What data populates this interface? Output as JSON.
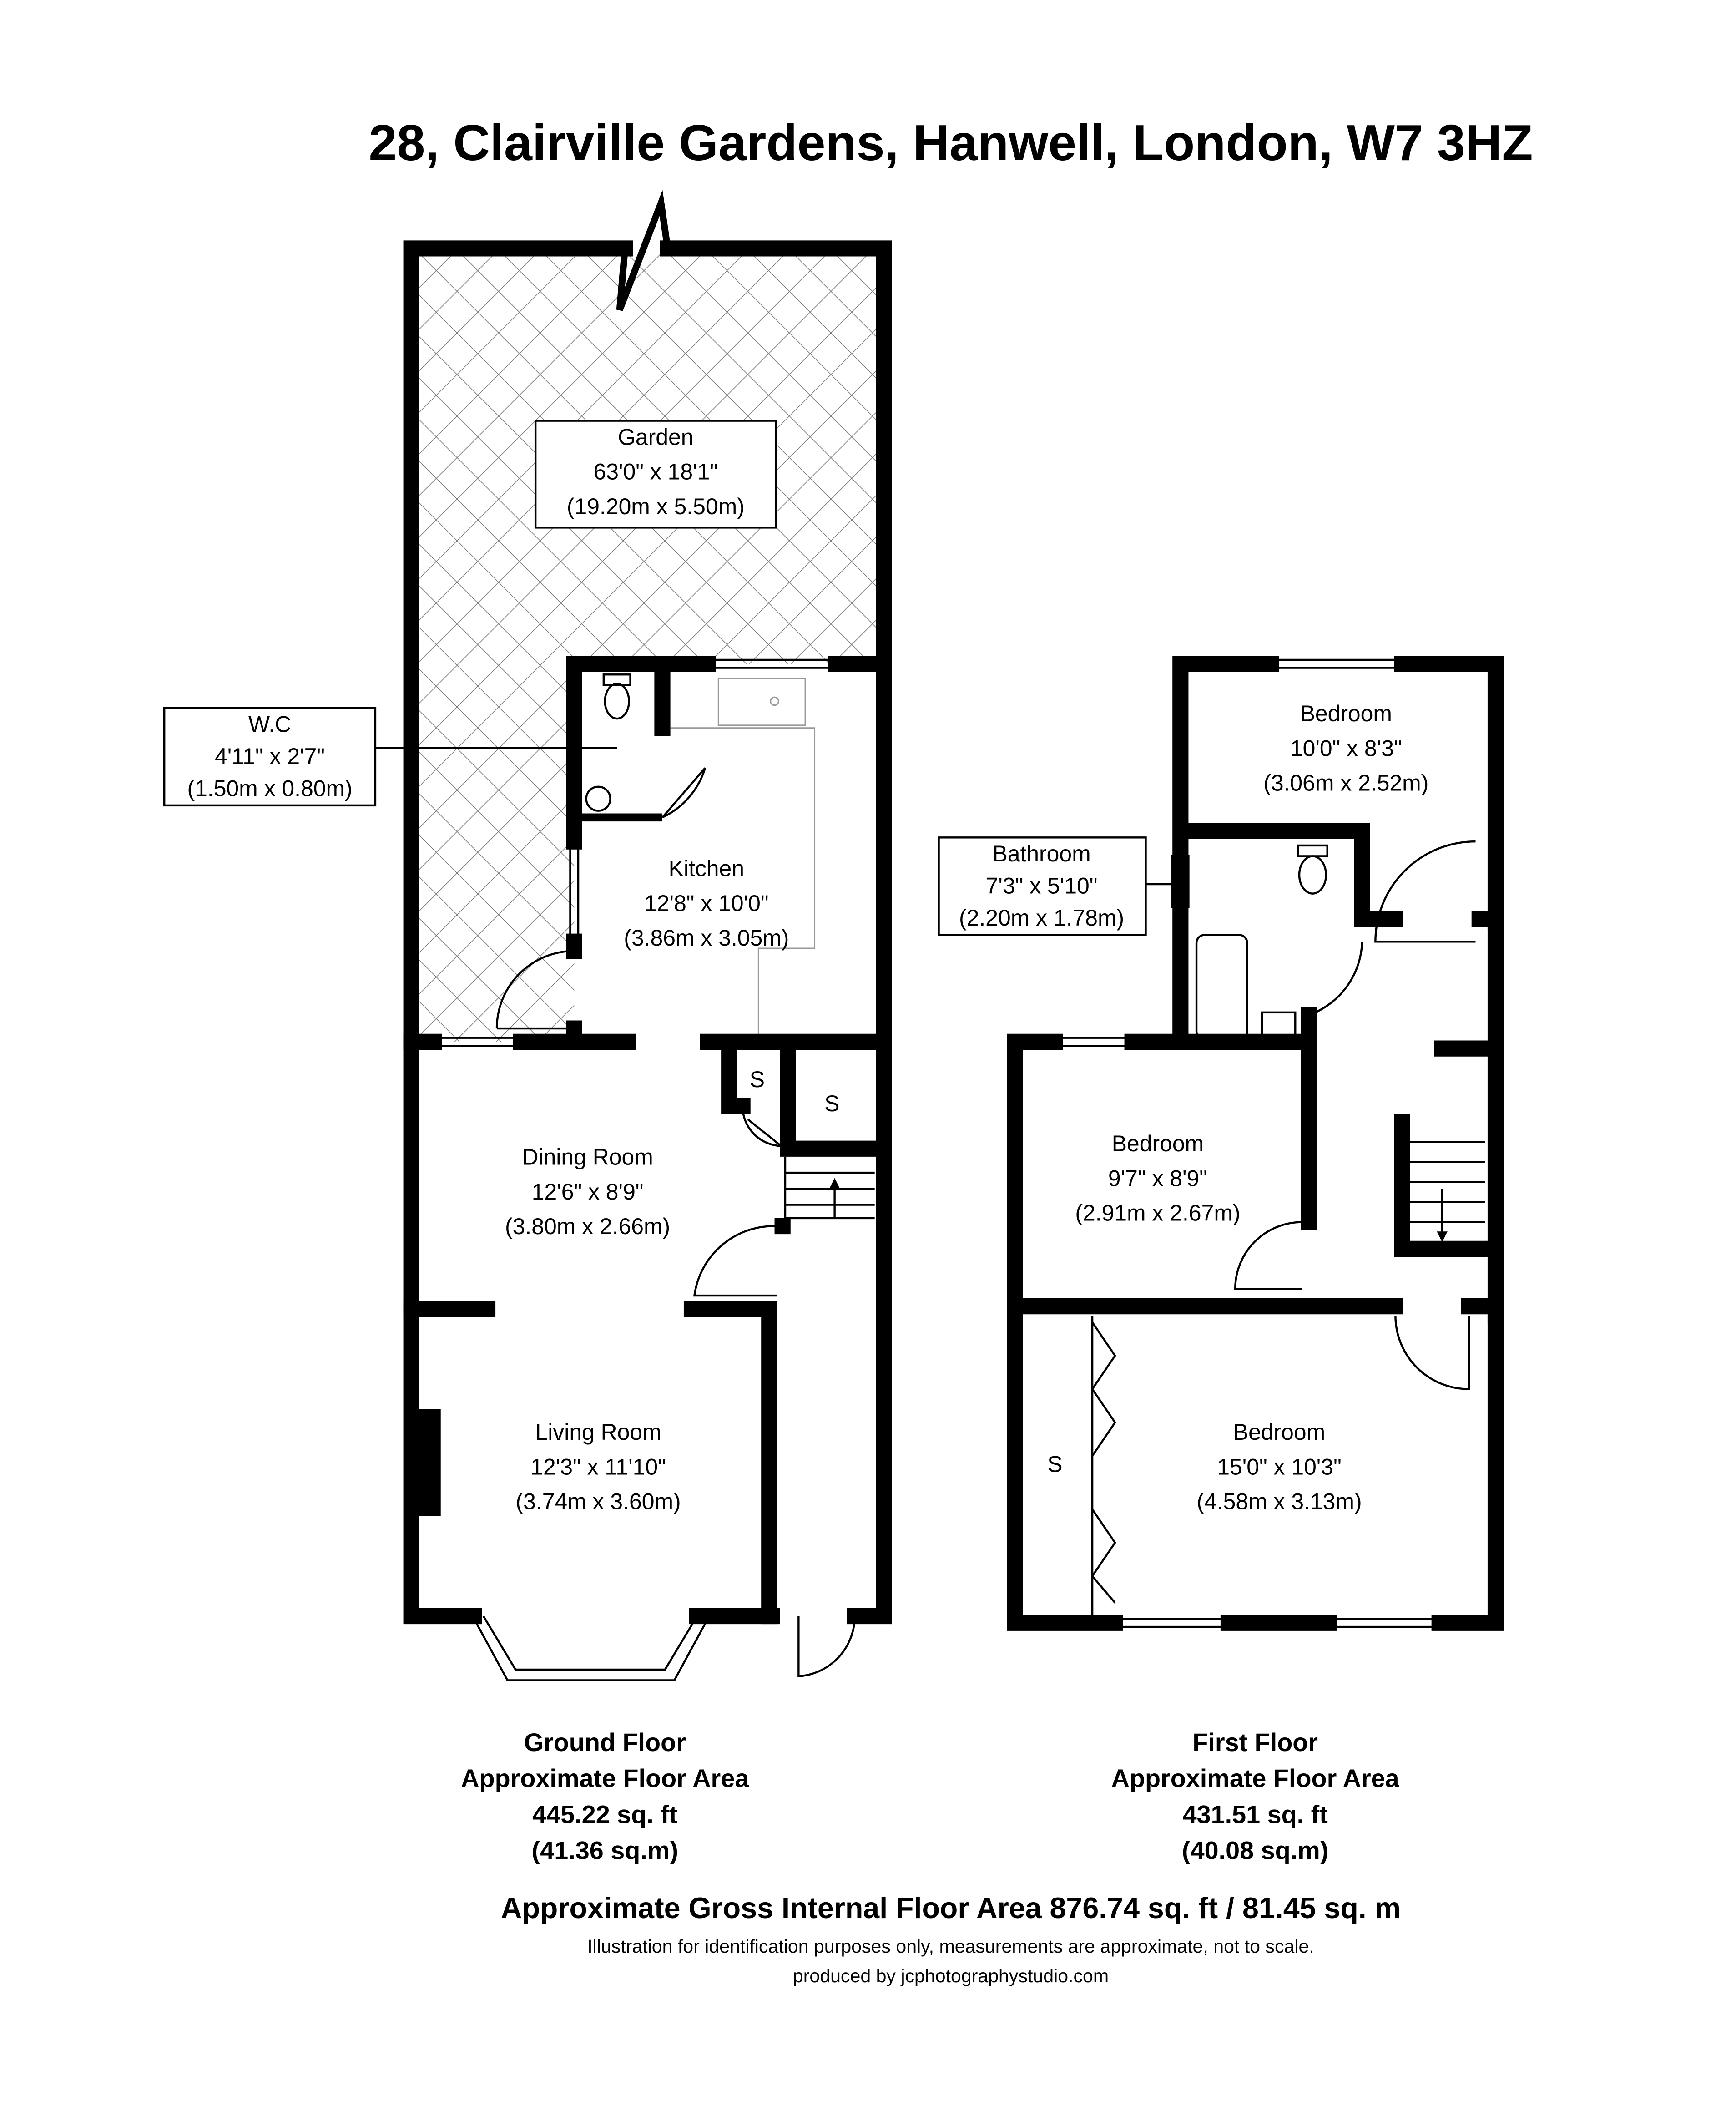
{
  "title": "28, Clairville Gardens, Hanwell, London, W7 3HZ",
  "ground_floor": {
    "label": "Ground Floor",
    "area_label": "Approximate Floor Area",
    "area_sqft": "445.22 sq. ft",
    "area_sqm": "(41.36 sq.m)",
    "rooms": [
      {
        "name": "Garden",
        "imperial": "63'0\" x 18'1\"",
        "metric": "(19.20m x 5.50m)"
      },
      {
        "name": "W.C",
        "imperial": "4'11\" x 2'7\"",
        "metric": "(1.50m x 0.80m)"
      },
      {
        "name": "Kitchen",
        "imperial": "12'8\" x 10'0\"",
        "metric": "(3.86m x 3.05m)"
      },
      {
        "name": "Dining Room",
        "imperial": "12'6\" x 8'9\"",
        "metric": "(3.80m x 2.66m)"
      },
      {
        "name": "Living Room",
        "imperial": "12'3\" x 11'10\"",
        "metric": "(3.74m x 3.60m)"
      }
    ],
    "storage_labels": [
      "S",
      "S"
    ]
  },
  "first_floor": {
    "label": "First Floor",
    "area_label": "Approximate Floor Area",
    "area_sqft": "431.51 sq. ft",
    "area_sqm": "(40.08 sq.m)",
    "rooms": [
      {
        "name": "Bedroom",
        "imperial": "10'0\" x 8'3\"",
        "metric": "(3.06m x 2.52m)"
      },
      {
        "name": "Bathroom",
        "imperial": "7'3\" x 5'10\"",
        "metric": "(2.20m x 1.78m)"
      },
      {
        "name": "Bedroom",
        "imperial": "9'7\" x 8'9\"",
        "metric": "(2.91m x 2.67m)"
      },
      {
        "name": "Bedroom",
        "imperial": "15'0\" x 10'3\"",
        "metric": "(4.58m x 3.13m)"
      }
    ],
    "storage_labels": [
      "S"
    ]
  },
  "gross_area": "Approximate Gross Internal Floor Area 876.74 sq. ft / 81.45 sq. m",
  "disclaimer": "Illustration for identification purposes only, measurements are approximate, not to scale.",
  "credit": "produced by jcphotographystudio.com",
  "colors": {
    "walls": "#000000",
    "background": "#ffffff",
    "fixtures": "#999999"
  }
}
